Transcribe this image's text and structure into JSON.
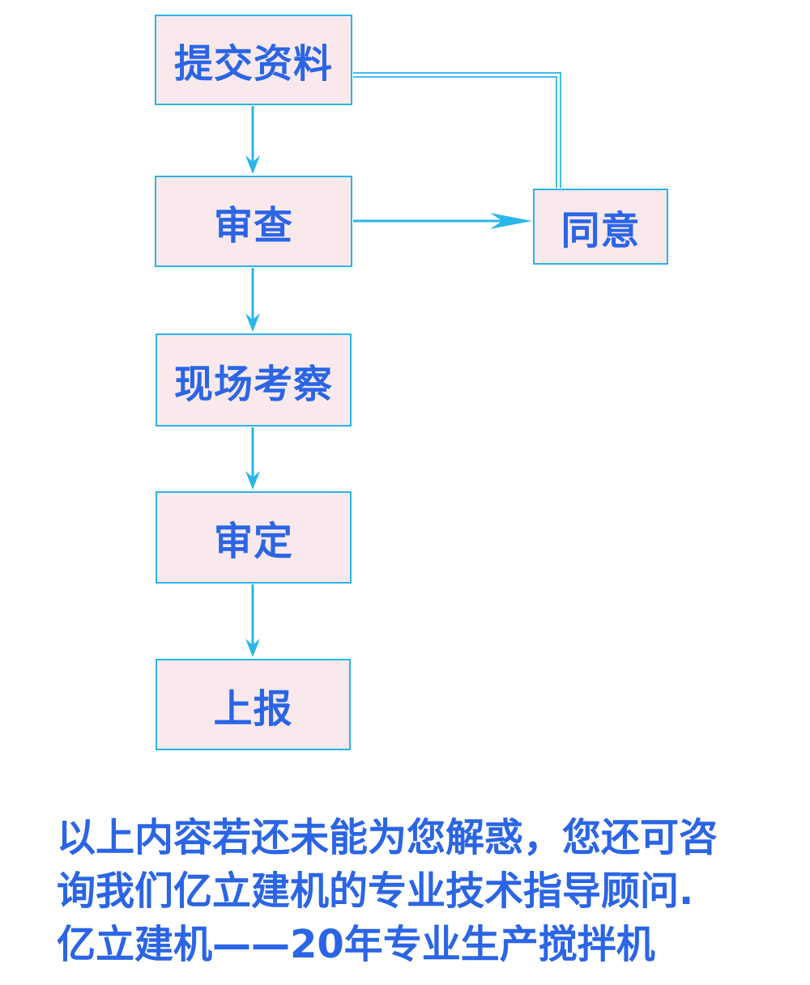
{
  "diagram": {
    "type": "flowchart",
    "nodes": [
      {
        "id": "submit-materials",
        "label": "提交资料"
      },
      {
        "id": "review",
        "label": "审查"
      },
      {
        "id": "agree",
        "label": "同意"
      },
      {
        "id": "site-inspection",
        "label": "现场考察"
      },
      {
        "id": "final-approval",
        "label": "审定"
      },
      {
        "id": "report-up",
        "label": "上报"
      }
    ],
    "edges": [
      {
        "from": "提交资料",
        "to": "审查",
        "style": "single-line-arrow"
      },
      {
        "from": "提交资料",
        "to": "同意",
        "style": "double-line-no-arrow"
      },
      {
        "from": "审查",
        "to": "同意",
        "style": "single-line-arrow"
      },
      {
        "from": "审查",
        "to": "现场考察",
        "style": "single-line-arrow"
      },
      {
        "from": "现场考察",
        "to": "审定",
        "style": "single-line-arrow"
      },
      {
        "from": "审定",
        "to": "上报",
        "style": "single-line-arrow"
      }
    ],
    "colors": {
      "node_fill": "#f9e9ec",
      "node_border": "#2ab4e9",
      "node_text": "#2b65e6",
      "connector": "#29b6ea",
      "footer_text": "#2b65e6",
      "background": "#ffffff"
    }
  },
  "footer": {
    "lines": [
      "以上内容若还未能为您解惑，您还可咨",
      "询我们亿立建机的专业技术指导顾问.",
      "亿立建机——20年专业生产搅拌机"
    ]
  }
}
